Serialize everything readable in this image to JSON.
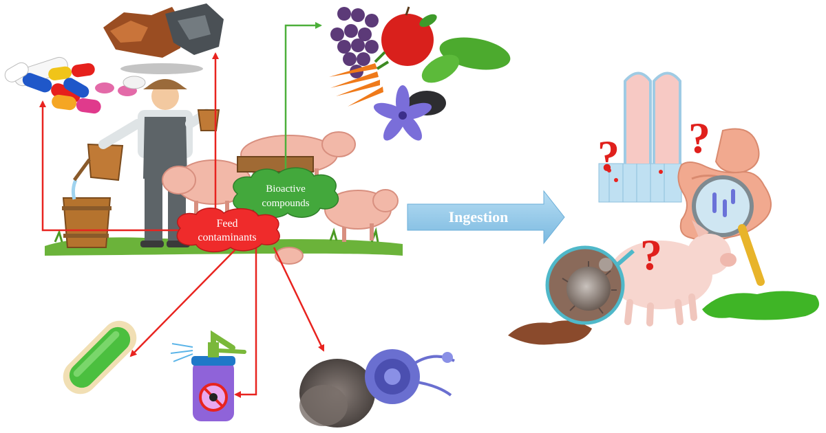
{
  "labels": {
    "bioactive": [
      "Bioactive",
      "compounds"
    ],
    "feed": [
      "Feed",
      "contaminants"
    ],
    "ingestion": "Ingestion",
    "question_mark": "?"
  },
  "colors": {
    "contaminant_arrow": "#e8231f",
    "bioactive_arrow": "#4caf3a",
    "feed_cloud": "#ef2b2b",
    "bioactive_cloud": "#43a83c",
    "ingestion_arrow": "#8cc6e8",
    "question_mark": "#e0201c"
  },
  "icons": [
    "pills-icon",
    "heavy-metals-ore-icon",
    "fruits-vegetables-herbs-icon",
    "farmer-feeding-pigs-icon",
    "bacterium-icon",
    "pesticide-sprayer-icon",
    "mold-spores-icon",
    "intestinal-villi-icon",
    "digestive-system-icon",
    "magnifying-glass-icon",
    "piglet-icon",
    "virus-zoom-icon",
    "diarrhea-puddle-icon"
  ]
}
